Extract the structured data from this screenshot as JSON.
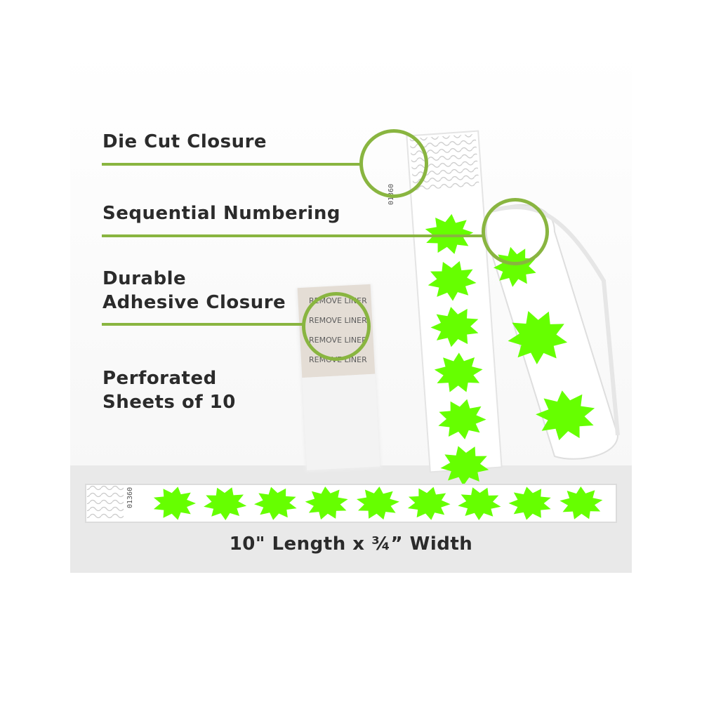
{
  "features": [
    {
      "id": "die-cut",
      "lines": [
        "Die Cut Closure"
      ]
    },
    {
      "id": "sequential",
      "lines": [
        "Sequential Numbering"
      ]
    },
    {
      "id": "adhesive",
      "lines": [
        "Durable",
        "Adhesive Closure"
      ]
    },
    {
      "id": "perforated",
      "lines": [
        "Perforated",
        "Sheets of 10"
      ]
    }
  ],
  "dimensions_label": "10\" Length x ¾” Width",
  "band_number": "01360",
  "liner_text": "REMOVE LINER",
  "colors": {
    "accent": "#89b540",
    "starburst": "#66ff00",
    "text": "#2b2b2b"
  },
  "icons": {
    "pattern": "starburst-icon"
  }
}
